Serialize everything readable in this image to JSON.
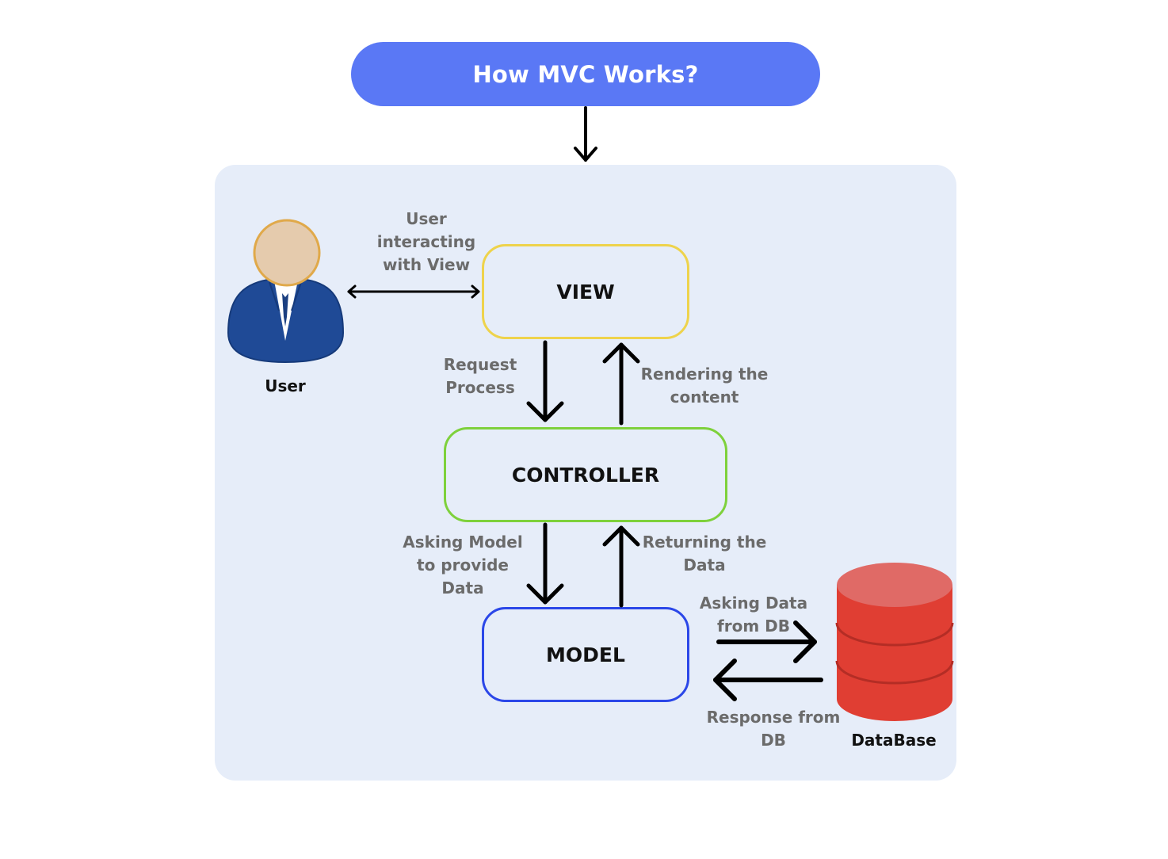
{
  "title": "How MVC Works?",
  "nodes": {
    "view": "VIEW",
    "controller": "CONTROLLER",
    "model": "MODEL"
  },
  "actors": {
    "user": "User",
    "database": "DataBase"
  },
  "edges": {
    "user_view": "User\ninteracting\nwith View",
    "view_to_controller": "Request\nProcess",
    "controller_to_view": "Rendering the\ncontent",
    "controller_to_model": "Asking Model\nto provide\nData",
    "model_to_controller": "Returning the\nData",
    "model_to_db": "Asking Data\nfrom DB",
    "db_to_model": "Response from\nDB"
  },
  "colors": {
    "title_bg": "#5a78f5",
    "panel_bg": "#e6edf9",
    "view_border": "#eed34c",
    "controller_border": "#7ed13c",
    "model_border": "#2b47e8",
    "database": "#e03e33",
    "user_suit": "#1f4a96",
    "user_head": "#e5cbad"
  },
  "icons": {
    "user": "user-icon",
    "database": "database-icon"
  }
}
